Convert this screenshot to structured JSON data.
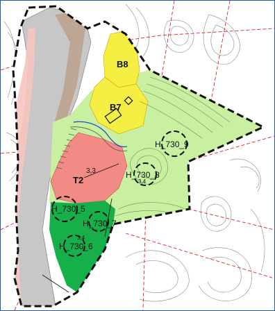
{
  "map": {
    "zones": [
      {
        "id": "B8",
        "label": "B8",
        "land_use": "residential",
        "color": "#f5ef44"
      },
      {
        "id": "B7",
        "label": "B7",
        "land_use": "residential",
        "color": "#f5ef44"
      },
      {
        "id": "T2",
        "label": "T2",
        "land_use": "tourism",
        "color": "#f28a86"
      },
      {
        "id": "green-light",
        "land_use": "agriculture-nature-outdoor",
        "color": "#c8f0a0"
      },
      {
        "id": "green-dark",
        "land_use": "green-structure",
        "color": "#16b04a"
      }
    ],
    "numbers": {
      "t2_value": "3,3",
      "small_num": "3,4",
      "small_num_b": "3,4"
    },
    "hazard_labels": [
      {
        "id": "h1",
        "text": "H_730_9"
      },
      {
        "id": "h2",
        "text": "H_730_8"
      },
      {
        "id": "h3",
        "text": "H_730_5"
      },
      {
        "id": "h4",
        "text": "H_730_7"
      },
      {
        "id": "h5",
        "text": "H_730_6"
      }
    ],
    "colors": {
      "boundary": "#111111",
      "road": "#c7c7c7",
      "road_edge": "#8a8a8a",
      "contour": "#9a9a9a",
      "property_line": "#e02020",
      "frame": "#1e5aa8"
    }
  }
}
